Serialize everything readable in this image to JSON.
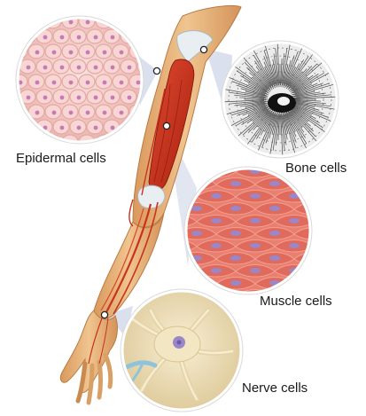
{
  "labels": {
    "epidermal": "Epidermal cells",
    "bone": "Bone cells",
    "muscle": "Muscle cells",
    "nerve": "Nerve cells"
  },
  "colors": {
    "skin": "#e9b780",
    "skin_shadow": "#c98a52",
    "muscle_red": "#c8321e",
    "bone_white": "#e8eef2",
    "epidermal_pink": "#f4c7c4",
    "muscle_cell": "#e06a5c",
    "nucleus_purple": "#9b86c8",
    "nerve_bg": "#efe2bd",
    "callout_cone": "#cfd6e8"
  }
}
